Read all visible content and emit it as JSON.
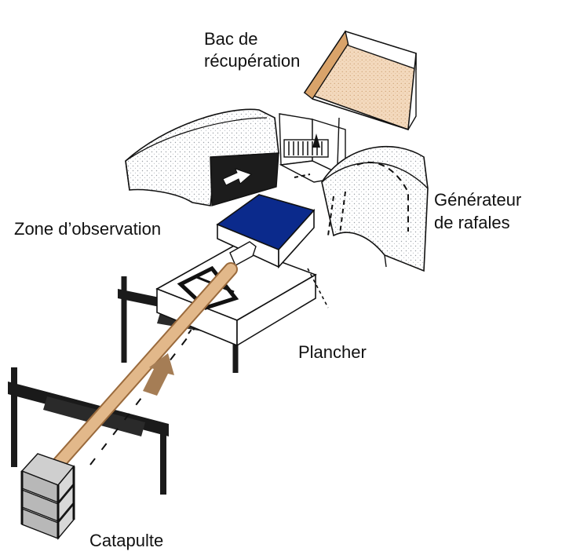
{
  "labels": {
    "bac_line1": "Bac de",
    "bac_line2": "récupération",
    "generateur_line1": "Générateur",
    "generateur_line2": "de rafales",
    "zone_observation": "Zone d’observation",
    "plancher": "Plancher",
    "catapulte": "Catapulte"
  },
  "colors": {
    "outline": "#111111",
    "observation_zone_top": "#0b2a8c",
    "catapult_rod": "#e2b88a",
    "rod_outline": "#9a6a3c",
    "launch_arrow": "#a57d55",
    "tray_bed": "#f3d9bd",
    "tray_side": "#d9a36a",
    "stipple": "#9aa0a6",
    "rack_gray": "#b8b8b8",
    "frame_dark": "#1a1a1a"
  },
  "icons": {
    "flow_arrow": "flow-arrow-icon",
    "launch_arrow": "launch-arrow-icon"
  }
}
